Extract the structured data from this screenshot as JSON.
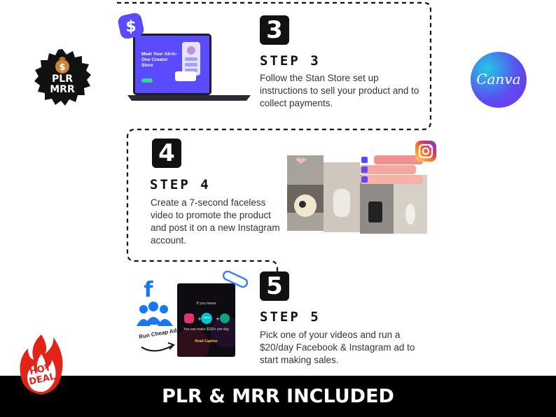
{
  "steps": [
    {
      "number": "3",
      "title": "STEP 3",
      "description": "Follow the Stan Store set up instructions to sell your product and to collect payments."
    },
    {
      "number": "4",
      "title": "STEP 4",
      "description": "Create a 7-second faceless video to promote the product and post it on a new Instagram account."
    },
    {
      "number": "5",
      "title": "STEP 5",
      "description": "Pick one of your videos and run a $20/day Facebook & Instagram ad to start making sales."
    }
  ],
  "badges": {
    "plr": {
      "line1": "PLR",
      "line2": "MRR"
    },
    "canva": "Canva",
    "hot_deal": {
      "line1": "HOT",
      "line2": "DEAL"
    }
  },
  "laptop_screen": {
    "headline": "Meet Your All-in-One Creator Store"
  },
  "ads_screen": {
    "top_text": "If you leave",
    "canva_text": "Canva",
    "middle_text": "You can make $200+ per day",
    "bottom_text": "Read Caption"
  },
  "facebook": {
    "caption": "Run Cheap Ads"
  },
  "banner": {
    "text": "PLR & MRR INCLUDED"
  },
  "colors": {
    "black": "#111111",
    "stan_blue": "#5b4bff",
    "hot_red": "#e2231a",
    "facebook_blue": "#1877f2"
  }
}
